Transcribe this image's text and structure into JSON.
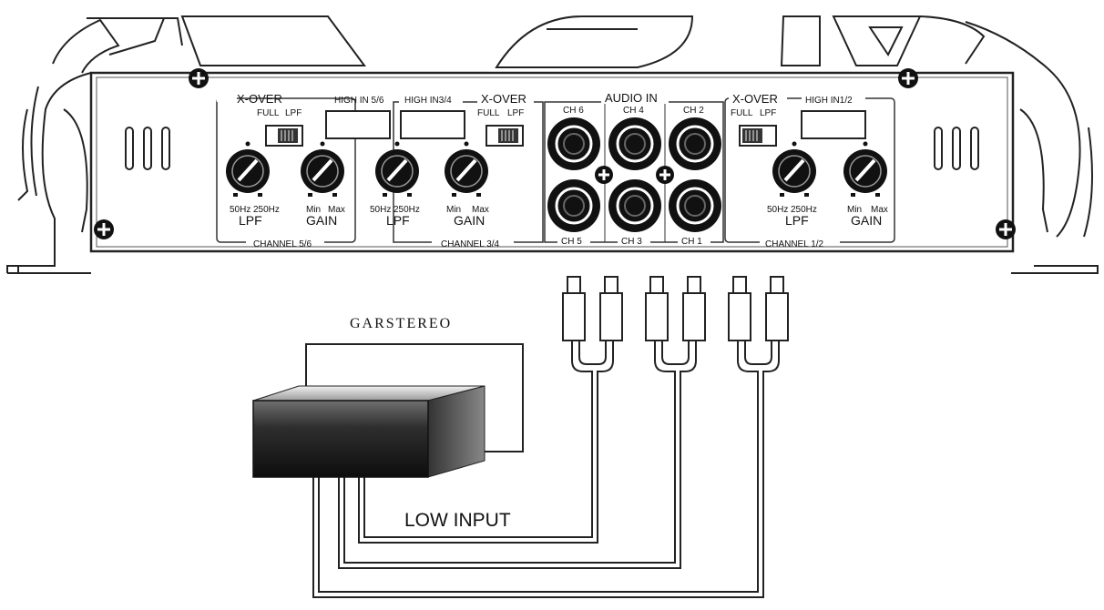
{
  "amplifier": {
    "groups": {
      "ch56": {
        "xover_label": "X-OVER",
        "high_in_label": "HIGH IN 5/6",
        "switch_full": "FULL",
        "switch_lpf": "LPF",
        "knob1_low": "50Hz",
        "knob1_high": "250Hz",
        "knob1_name": "LPF",
        "knob2_low": "Min",
        "knob2_high": "Max",
        "knob2_name": "GAIN",
        "channel_label": "CHANNEL 5/6"
      },
      "ch34": {
        "xover_label": "X-OVER",
        "high_in_label": "HIGH IN3/4",
        "switch_full": "FULL",
        "switch_lpf": "LPF",
        "knob1_low": "50Hz",
        "knob1_high": "250Hz",
        "knob1_name": "LPF",
        "knob2_low": "Min",
        "knob2_high": "Max",
        "knob2_name": "GAIN",
        "channel_label": "CHANNEL 3/4"
      },
      "ch12": {
        "xover_label": "X-OVER",
        "high_in_label": "HIGH IN1/2",
        "switch_full": "FULL",
        "switch_lpf": "LPF",
        "knob1_low": "50Hz",
        "knob1_high": "250Hz",
        "knob1_name": "LPF",
        "knob2_low": "Min",
        "knob2_high": "Max",
        "knob2_name": "GAIN",
        "channel_label": "CHANNEL 1/2"
      }
    },
    "audio_in": {
      "label": "AUDIO IN",
      "ch6": "CH 6",
      "ch4": "CH 4",
      "ch2": "CH 2",
      "ch5": "CH 5",
      "ch3": "CH 3",
      "ch1": "CH 1"
    }
  },
  "stereo": {
    "label": "GARSTEREO"
  },
  "wiring": {
    "label": "LOW INPUT"
  }
}
